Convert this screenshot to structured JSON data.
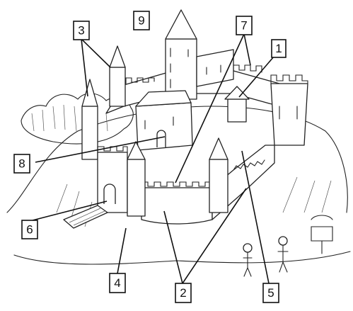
{
  "diagram": {
    "labels": [
      {
        "id": "label-1",
        "text": "1"
      },
      {
        "id": "label-2",
        "text": "2"
      },
      {
        "id": "label-3",
        "text": "3"
      },
      {
        "id": "label-4",
        "text": "4"
      },
      {
        "id": "label-5",
        "text": "5"
      },
      {
        "id": "label-6",
        "text": "6"
      },
      {
        "id": "label-7",
        "text": "7"
      },
      {
        "id": "label-8",
        "text": "8"
      },
      {
        "id": "label-9",
        "text": "9"
      }
    ]
  }
}
